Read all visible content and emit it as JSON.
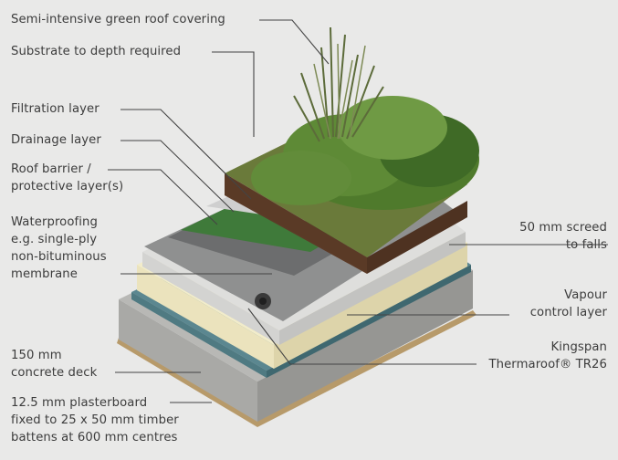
{
  "labels": {
    "green_roof": "Semi-intensive green roof covering",
    "substrate": "Substrate to depth required",
    "filtration": "Filtration layer",
    "drainage": "Drainage layer",
    "roof_barrier": [
      "Roof barrier /",
      "protective layer(s)"
    ],
    "waterproofing": [
      "Waterproofing",
      "e.g. single-ply",
      "non-bituminous",
      "membrane"
    ],
    "concrete_deck": [
      "150 mm",
      "concrete deck"
    ],
    "plasterboard": [
      "12.5 mm plasterboard",
      "fixed to 25 x 50 mm timber",
      "battens at 600 mm centres"
    ],
    "screed": [
      "50 mm screed",
      "to falls"
    ],
    "vapour": [
      "Vapour",
      "control layer"
    ],
    "insulation": [
      "Kingspan",
      "Thermaroof® TR26"
    ]
  },
  "colors": {
    "background": "#e9e9e8",
    "concrete": "#aeaeab",
    "vapour_layer": "#4f7a82",
    "insulation": "#efe8c4",
    "screed": "#d6d6d4",
    "waterproofing": "#8f9090",
    "roof_barrier": "#6f7071",
    "drainage": "#3f7a3a",
    "filtration": "#cfcfcf",
    "substrate": "#5a3a26",
    "vegetation": "#4f7a2c"
  }
}
